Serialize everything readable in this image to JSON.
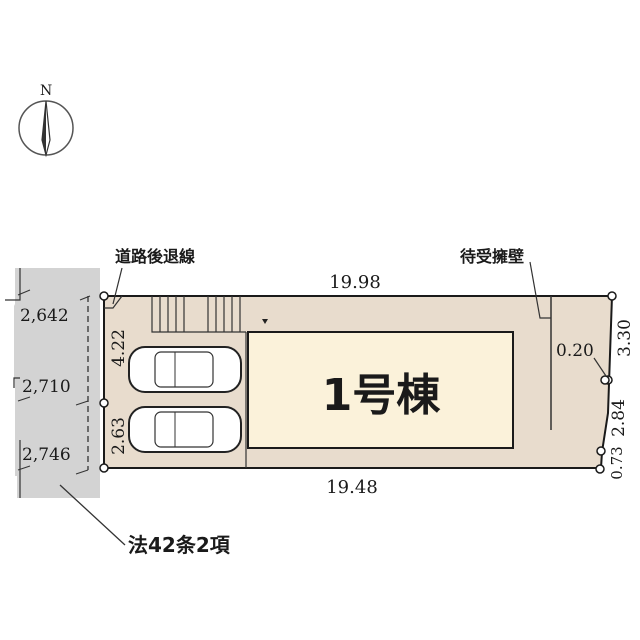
{
  "compass": {
    "north_label": "N"
  },
  "labels": {
    "setback_line": "道路後退線",
    "retaining_wall": "待受擁壁",
    "road_article": "法42条2項",
    "building": "1号棟"
  },
  "dimensions": {
    "top": "19.98",
    "bottom": "19.48",
    "left_upper": "4.22",
    "left_lower": "2.63",
    "right_upper": "3.30",
    "right_jog": "0.20",
    "right_middle": "2.84",
    "right_lower": "0.73",
    "road_width_1": "2,642",
    "road_width_2": "2,710",
    "road_width_3": "2,746"
  },
  "colors": {
    "lot": "#e8dccd",
    "building": "#fbf2da",
    "road": "#d3d3d3",
    "line": "#1a1a1a"
  }
}
